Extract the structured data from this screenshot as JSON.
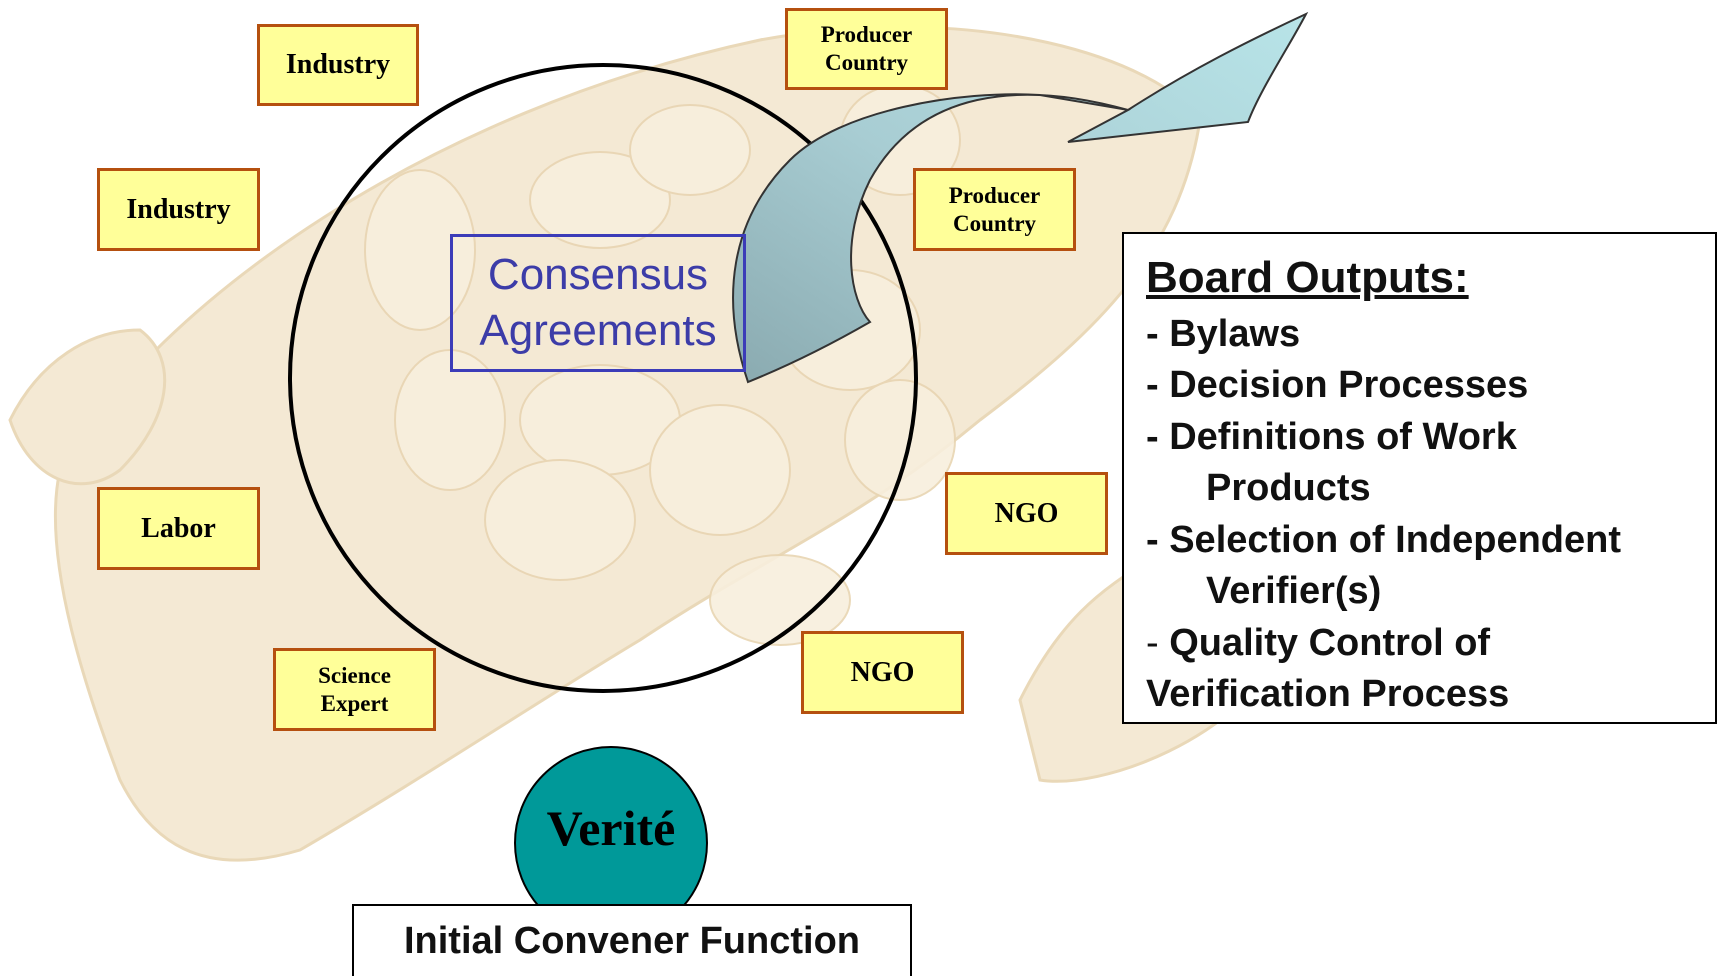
{
  "stakeholders": [
    {
      "id": "industry-1",
      "label": "Industry"
    },
    {
      "id": "industry-2",
      "label": "Industry"
    },
    {
      "id": "producer-1",
      "label": "Producer\nCountry"
    },
    {
      "id": "producer-2",
      "label": "Producer\nCountry"
    },
    {
      "id": "labor",
      "label": "Labor"
    },
    {
      "id": "science",
      "label": "Science\nExpert"
    },
    {
      "id": "ngo-1",
      "label": "NGO"
    },
    {
      "id": "ngo-2",
      "label": "NGO"
    }
  ],
  "center": {
    "label": "Consensus\nAgreements"
  },
  "outputs": {
    "heading": "Board Outputs:",
    "items": [
      "- Bylaws",
      "- Decision Processes",
      "- Definitions of Work",
      "Products",
      "- Selection of Independent",
      "Verifier(s)",
      "- ",
      "Quality Control of",
      "Verification Process"
    ]
  },
  "convener": {
    "name": "Verité",
    "function": "Initial Convener Function"
  },
  "colors": {
    "box_fill": "#ffff99",
    "box_border": "#b5500f",
    "verite_fill": "#009999",
    "arrow_fill": "#b0dce0",
    "consensus_text": "#3c3ca8"
  }
}
